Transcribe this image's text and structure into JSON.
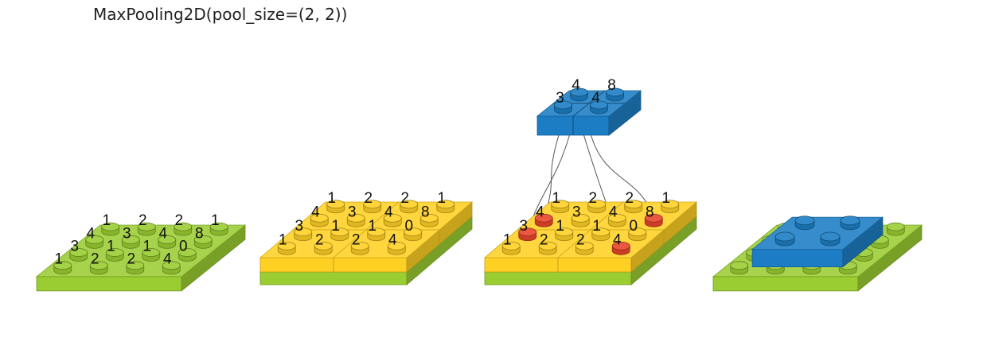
{
  "title": "MaxPooling2D(pool_size=(2, 2))",
  "input_grid": [
    [
      "1",
      "2",
      "2",
      "1"
    ],
    [
      "4",
      "3",
      "4",
      "8"
    ],
    [
      "3",
      "1",
      "1",
      "0"
    ],
    [
      "1",
      "2",
      "2",
      "4"
    ]
  ],
  "pooled_output": [
    [
      "4",
      "8"
    ],
    [
      "3",
      "4"
    ]
  ],
  "colors": {
    "green": "#9ACD32",
    "yellow": "#FFD024",
    "blue": "#1C7DC4",
    "red": "#E8452A"
  }
}
